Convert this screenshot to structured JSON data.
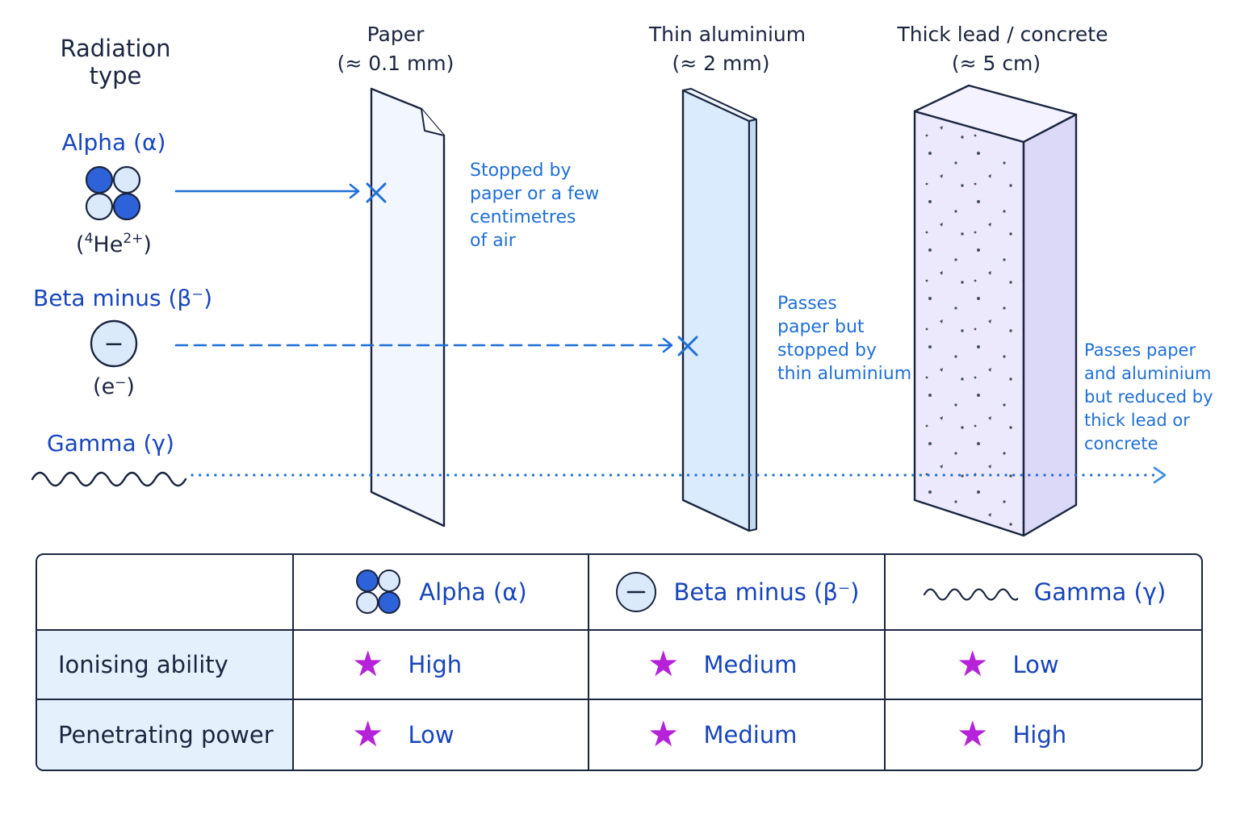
{
  "header": {
    "radiation_type_line1": "Radiation",
    "radiation_type_line2": "type"
  },
  "barriers": [
    {
      "name": "Paper",
      "thickness": "(≈ 0.1 mm)"
    },
    {
      "name": "Thin aluminium",
      "thickness": "(≈ 2 mm)"
    },
    {
      "name": "Thick lead / concrete",
      "thickness": "(≈ 5 cm)"
    }
  ],
  "radiations": [
    {
      "name": "Alpha (α)",
      "symbol_base": "(",
      "symbol_sup1": "4",
      "symbol_mid": "He",
      "symbol_sup2": "2+",
      "symbol_end": ")",
      "note": [
        "Stopped by",
        "paper or a few",
        "centimetres",
        "of air"
      ]
    },
    {
      "name": "Beta minus (β⁻)",
      "symbol": "(e⁻)",
      "icon_glyph": "−",
      "note": [
        "Passes",
        "paper but",
        "stopped by",
        "thin aluminium"
      ]
    },
    {
      "name": "Gamma (γ)",
      "note": [
        "Passes paper",
        "and aluminium",
        "but reduced by",
        "thick lead or",
        "concrete"
      ]
    }
  ],
  "table": {
    "columns": [
      "Alpha (α)",
      "Beta minus (β⁻)",
      "Gamma (γ)"
    ],
    "rows": [
      {
        "label": "Ionising ability",
        "values": [
          "High",
          "Medium",
          "Low"
        ]
      },
      {
        "label": "Penetrating power",
        "values": [
          "Low",
          "Medium",
          "High"
        ]
      }
    ]
  },
  "colors": {
    "label_blue": "#1745bd",
    "ray_blue": "#1f6fd8",
    "dark_outline": "#1a2540",
    "star_magenta": "#b522d8",
    "row_header_bg": "#e4f1fc"
  },
  "icons": [
    "alpha-particle-icon",
    "electron-icon",
    "wave-icon",
    "cross-icon",
    "star-icon",
    "arrow-icon"
  ]
}
